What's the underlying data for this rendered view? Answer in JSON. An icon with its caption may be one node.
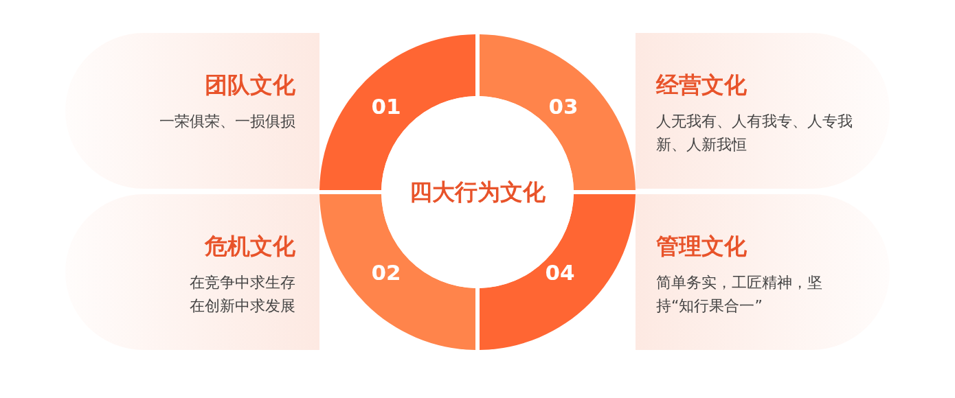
{
  "diagram": {
    "nodes": [
      {
        "text": [
          "团队文化",
          "一荣俱荣、一损俱损"
        ]
      },
      {
        "text": [
          "01"
        ]
      },
      {
        "text": [
          "03"
        ]
      },
      {
        "text": [
          "经营文化",
          "人无我有、人有我专、人专我新、人新我恒"
        ]
      },
      {
        "text": [
          "四大行为文化"
        ]
      },
      {
        "text": [
          "危机文化",
          "在竞争中求生存",
          "在创新中求发展"
        ]
      },
      {
        "text": [
          "02"
        ]
      },
      {
        "text": [
          "04"
        ]
      },
      {
        "text": [
          "管理文化",
          "简单务实，工匠精神，坚持“知行果合一”"
        ]
      }
    ]
  }
}
